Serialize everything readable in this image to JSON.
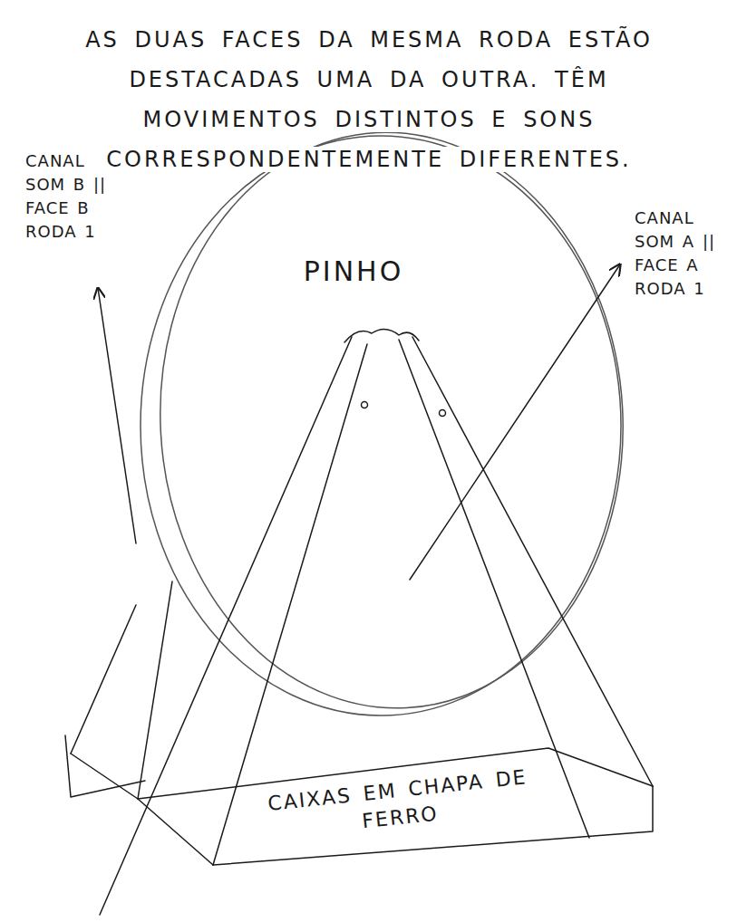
{
  "diagram": {
    "labels": [
      "AS DUAS FACES DA MESMA RODA ESTÃO DESTACADAS UMA DA OUTRA. TÊM MOVIMENTOS DISTINTOS E SONS CORRESPONDENTEMENTE DIFERENTES.",
      "PINHO",
      "CANAL SOM B || FACE B RODA 1",
      "CANAL SOM A || FACE A RODA 1",
      "CAIXAS EM CHAPA DE FERRO"
    ]
  }
}
